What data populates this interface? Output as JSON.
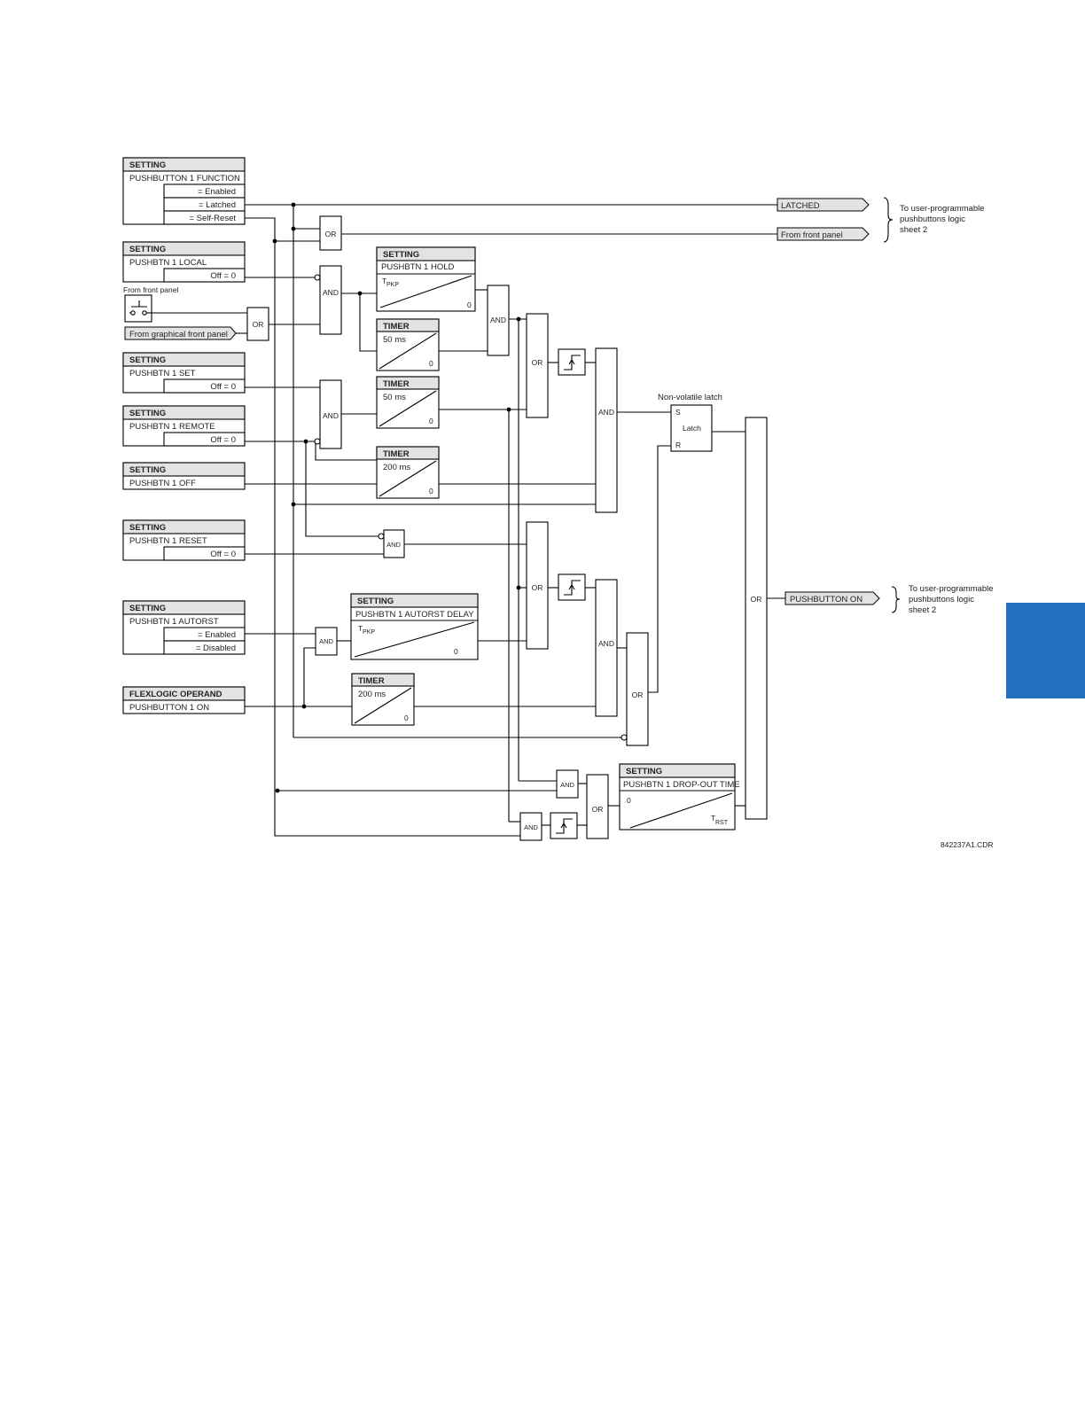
{
  "labels": {
    "setting": "SETTING",
    "timer": "TIMER",
    "flexlogic_operand": "FLEXLOGIC OPERAND",
    "and": "AND",
    "or": "OR",
    "latch": "Latch",
    "latch_s": "S",
    "latch_r": "R",
    "tpkp_t": "T",
    "tpkp_sub": "PKP",
    "trst_t": "T",
    "trst_sub": "RST",
    "zero": "0"
  },
  "settings": {
    "function": {
      "name": "PUSHBUTTON 1 FUNCTION",
      "opt1": "= Enabled",
      "opt2": "= Latched",
      "opt3": "= Self-Reset"
    },
    "local": {
      "name": "PUSHBTN 1 LOCAL",
      "value": "Off = 0"
    },
    "set": {
      "name": "PUSHBTN 1 SET",
      "value": "Off = 0"
    },
    "remote": {
      "name": "PUSHBTN 1 REMOTE",
      "value": "Off = 0"
    },
    "off": {
      "name": "PUSHBTN 1 OFF"
    },
    "reset": {
      "name": "PUSHBTN 1 RESET",
      "value": "Off = 0"
    },
    "autorst": {
      "name": "PUSHBTN 1 AUTORST",
      "opt1": "= Enabled",
      "opt2": "= Disabled"
    },
    "operand": {
      "name": "PUSHBUTTON 1 ON"
    },
    "hold": {
      "name": "PUSHBTN 1 HOLD"
    },
    "autorst_delay": {
      "name": "PUSHBTN 1 AUTORST DELAY"
    },
    "dropout": {
      "name": "PUSHBTN 1 DROP-OUT TIME"
    }
  },
  "timers": {
    "t1": "50 ms",
    "t2": "50 ms",
    "t3": "200 ms",
    "t4": "200 ms"
  },
  "front_panel": {
    "label": "From front panel",
    "graphical": "From graphical front panel"
  },
  "outputs": {
    "latched": "LATCHED",
    "from_front_panel": "From front panel",
    "pushbutton_on": "PUSHBUTTON ON",
    "note1_l1": "To user-programmable",
    "note1_l2": "pushbuttons logic",
    "note1_l3": "sheet 2",
    "note2_l1": "To user-programmable",
    "note2_l2": "pushbuttons logic",
    "note2_l3": "sheet 2"
  },
  "non_volatile_latch": "Non-volatile latch",
  "drawing_id": "842237A1.CDR",
  "colors": {
    "side_tab": "#2370bf",
    "header_fill": "#e3e3e3"
  }
}
